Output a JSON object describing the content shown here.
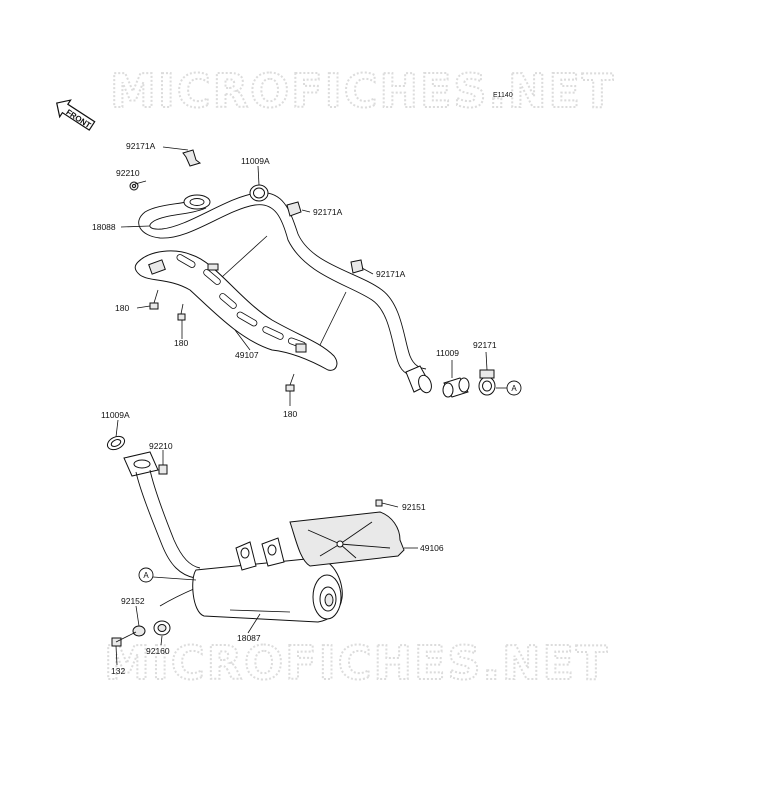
{
  "watermark": "MICROFICHES.NET",
  "diagram_code": "E1140",
  "front_label": "FRONT",
  "callout_ref": "A",
  "labels": {
    "p92171A_1": "92171A",
    "p92210_1": "92210",
    "p11009A_1": "11009A",
    "p18088": "18088",
    "p92171A_2": "92171A",
    "p92171A_3": "92171A",
    "p180_1": "180",
    "p180_2": "180",
    "p49107": "49107",
    "p180_3": "180",
    "p11009": "11009",
    "p92171": "92171",
    "p11009A_2": "11009A",
    "p92210_2": "92210",
    "p92151": "92151",
    "p49106": "49106",
    "p92152": "92152",
    "p92160": "92160",
    "p18087": "18087",
    "p132": "132"
  }
}
